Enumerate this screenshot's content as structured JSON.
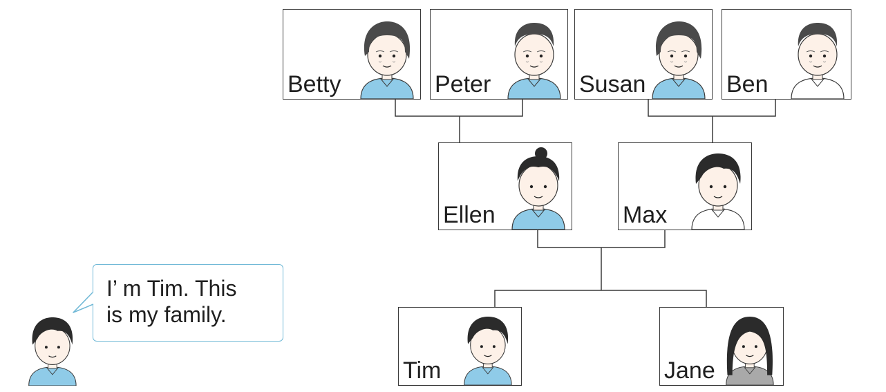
{
  "speech_bubble": {
    "line1": "I’ m Tim. This",
    "line2": "is my family."
  },
  "people": {
    "betty": {
      "name": "Betty",
      "shirt": "#8fcbe8",
      "icon": "grandma-icon"
    },
    "peter": {
      "name": "Peter",
      "shirt": "#8fcbe8",
      "icon": "grandpa-icon"
    },
    "susan": {
      "name": "Susan",
      "shirt": "#8fcbe8",
      "icon": "grandma-icon"
    },
    "ben": {
      "name": "Ben",
      "shirt": "#ffffff",
      "icon": "grandpa-icon"
    },
    "ellen": {
      "name": "Ellen",
      "shirt": "#8fcbe8",
      "icon": "mother-icon"
    },
    "max": {
      "name": "Max",
      "shirt": "#ffffff",
      "icon": "father-icon"
    },
    "tim": {
      "name": "Tim",
      "shirt": "#8fcbe8",
      "icon": "boy-icon"
    },
    "jane": {
      "name": "Jane",
      "shirt": "#a9a9a9",
      "icon": "girl-icon"
    }
  },
  "colors": {
    "bubble_border": "#6fb8d6",
    "line": "#3a3a3a",
    "skin": "#fdf1e8",
    "hair": "#2b2b2b",
    "gray_hair": "#4a4a4a"
  }
}
